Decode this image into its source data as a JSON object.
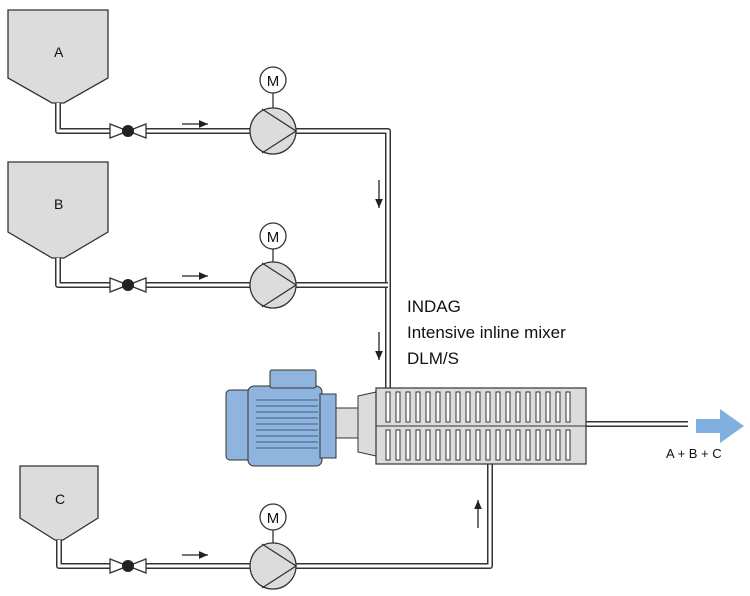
{
  "tanks": [
    {
      "id": "A",
      "label": "A"
    },
    {
      "id": "B",
      "label": "B"
    },
    {
      "id": "C",
      "label": "C"
    }
  ],
  "pump_motor_label": "M",
  "mixer": {
    "line1": "INDAG",
    "line2": "Intensive inline mixer",
    "line3": "DLM/S"
  },
  "output_label": "A + B + C",
  "colors": {
    "tank_fill": "#dcdcdc",
    "line": "#333333",
    "motor_blue": "#8fb4de",
    "output_arrow": "#7fb0e0"
  }
}
